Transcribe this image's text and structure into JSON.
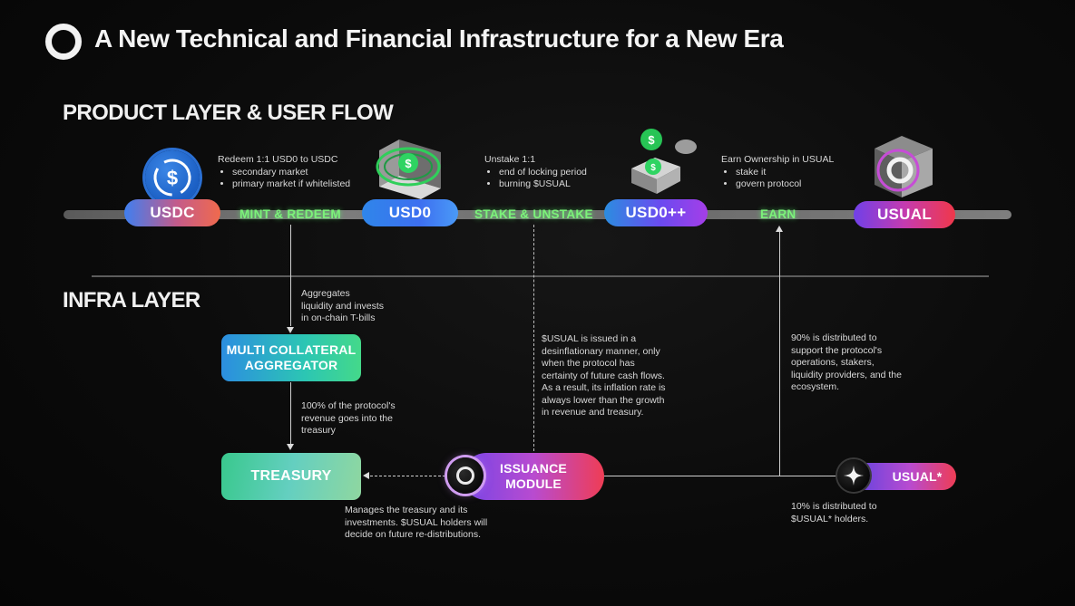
{
  "header": {
    "title": "A New Technical and Financial Infrastructure for a New Era"
  },
  "product_layer": {
    "heading": "PRODUCT LAYER & USER FLOW",
    "tokens": {
      "usdc": "USDC",
      "usd0": "USD0",
      "usd0pp": "USD0++",
      "usual": "USUAL"
    },
    "stages": {
      "mint": "MINT & REDEEM",
      "stake": "STAKE & UNSTAKE",
      "earn": "EARN"
    },
    "notes": {
      "redeem": {
        "title": "Redeem 1:1 USD0 to USDC",
        "items": [
          "secondary market",
          "primary market if whitelisted"
        ]
      },
      "unstake": {
        "title": "Unstake 1:1",
        "items": [
          "end of locking period",
          "burning $USUAL"
        ]
      },
      "earn": {
        "title": "Earn Ownership in USUAL",
        "items": [
          "stake it",
          "govern protocol"
        ]
      }
    }
  },
  "infra_layer": {
    "heading": "INFRA LAYER",
    "boxes": {
      "aggregator_line1": "MULTI COLLATERAL",
      "aggregator_line2": "AGGREGATOR",
      "treasury": "TREASURY",
      "issuance_line1": "ISSUANCE",
      "issuance_line2": "MODULE",
      "usual_star": "USUAL*"
    },
    "notes": {
      "aggregates": [
        "Aggregates",
        "liquidity and invests",
        "in on-chain T-bills"
      ],
      "revenue": [
        "100% of the protocol's",
        "revenue goes into the",
        "treasury"
      ],
      "issued": [
        "$USUAL is issued in a",
        "desinflationary manner, only",
        "when the protocol has",
        "certainty of future cash flows.",
        "As a result, its inflation rate is",
        "always lower than the growth",
        "in revenue and treasury."
      ],
      "distributed90": [
        "90% is distributed to",
        "support the protocol's",
        "operations, stakers,",
        "liquidity providers, and the",
        "ecosystem."
      ],
      "treasury_manage": [
        "Manages the treasury and its",
        "investments. $USUAL holders will",
        "decide on future re-distributions."
      ],
      "distributed10": [
        "10% is distributed to",
        "$USUAL* holders."
      ]
    }
  },
  "colors": {
    "usdc_pill": "#e0605a",
    "usd0_pill": "#2f86ea",
    "usd0pp_pill": "#7a3ef0",
    "usual_pill": "#e8324a",
    "stage_glow": "#7cf27a"
  },
  "icons": {
    "logo": "ring-logo-icon",
    "usdc": "usdc-coin-icon",
    "usd0": "usd0-cube-icon",
    "usd0pp": "usd0pp-stack-icon",
    "usual": "usual-cube-icon",
    "issuance": "dark-orb-icon",
    "usual_star": "sparkle-icon"
  }
}
